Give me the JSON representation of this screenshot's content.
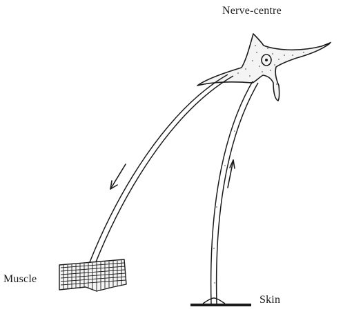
{
  "labels": {
    "nerve_centre": "Nerve-centre",
    "muscle": "Muscle",
    "skin": "Skin"
  },
  "colors": {
    "ink": "#1a1a1a",
    "paper": "#ffffff"
  }
}
